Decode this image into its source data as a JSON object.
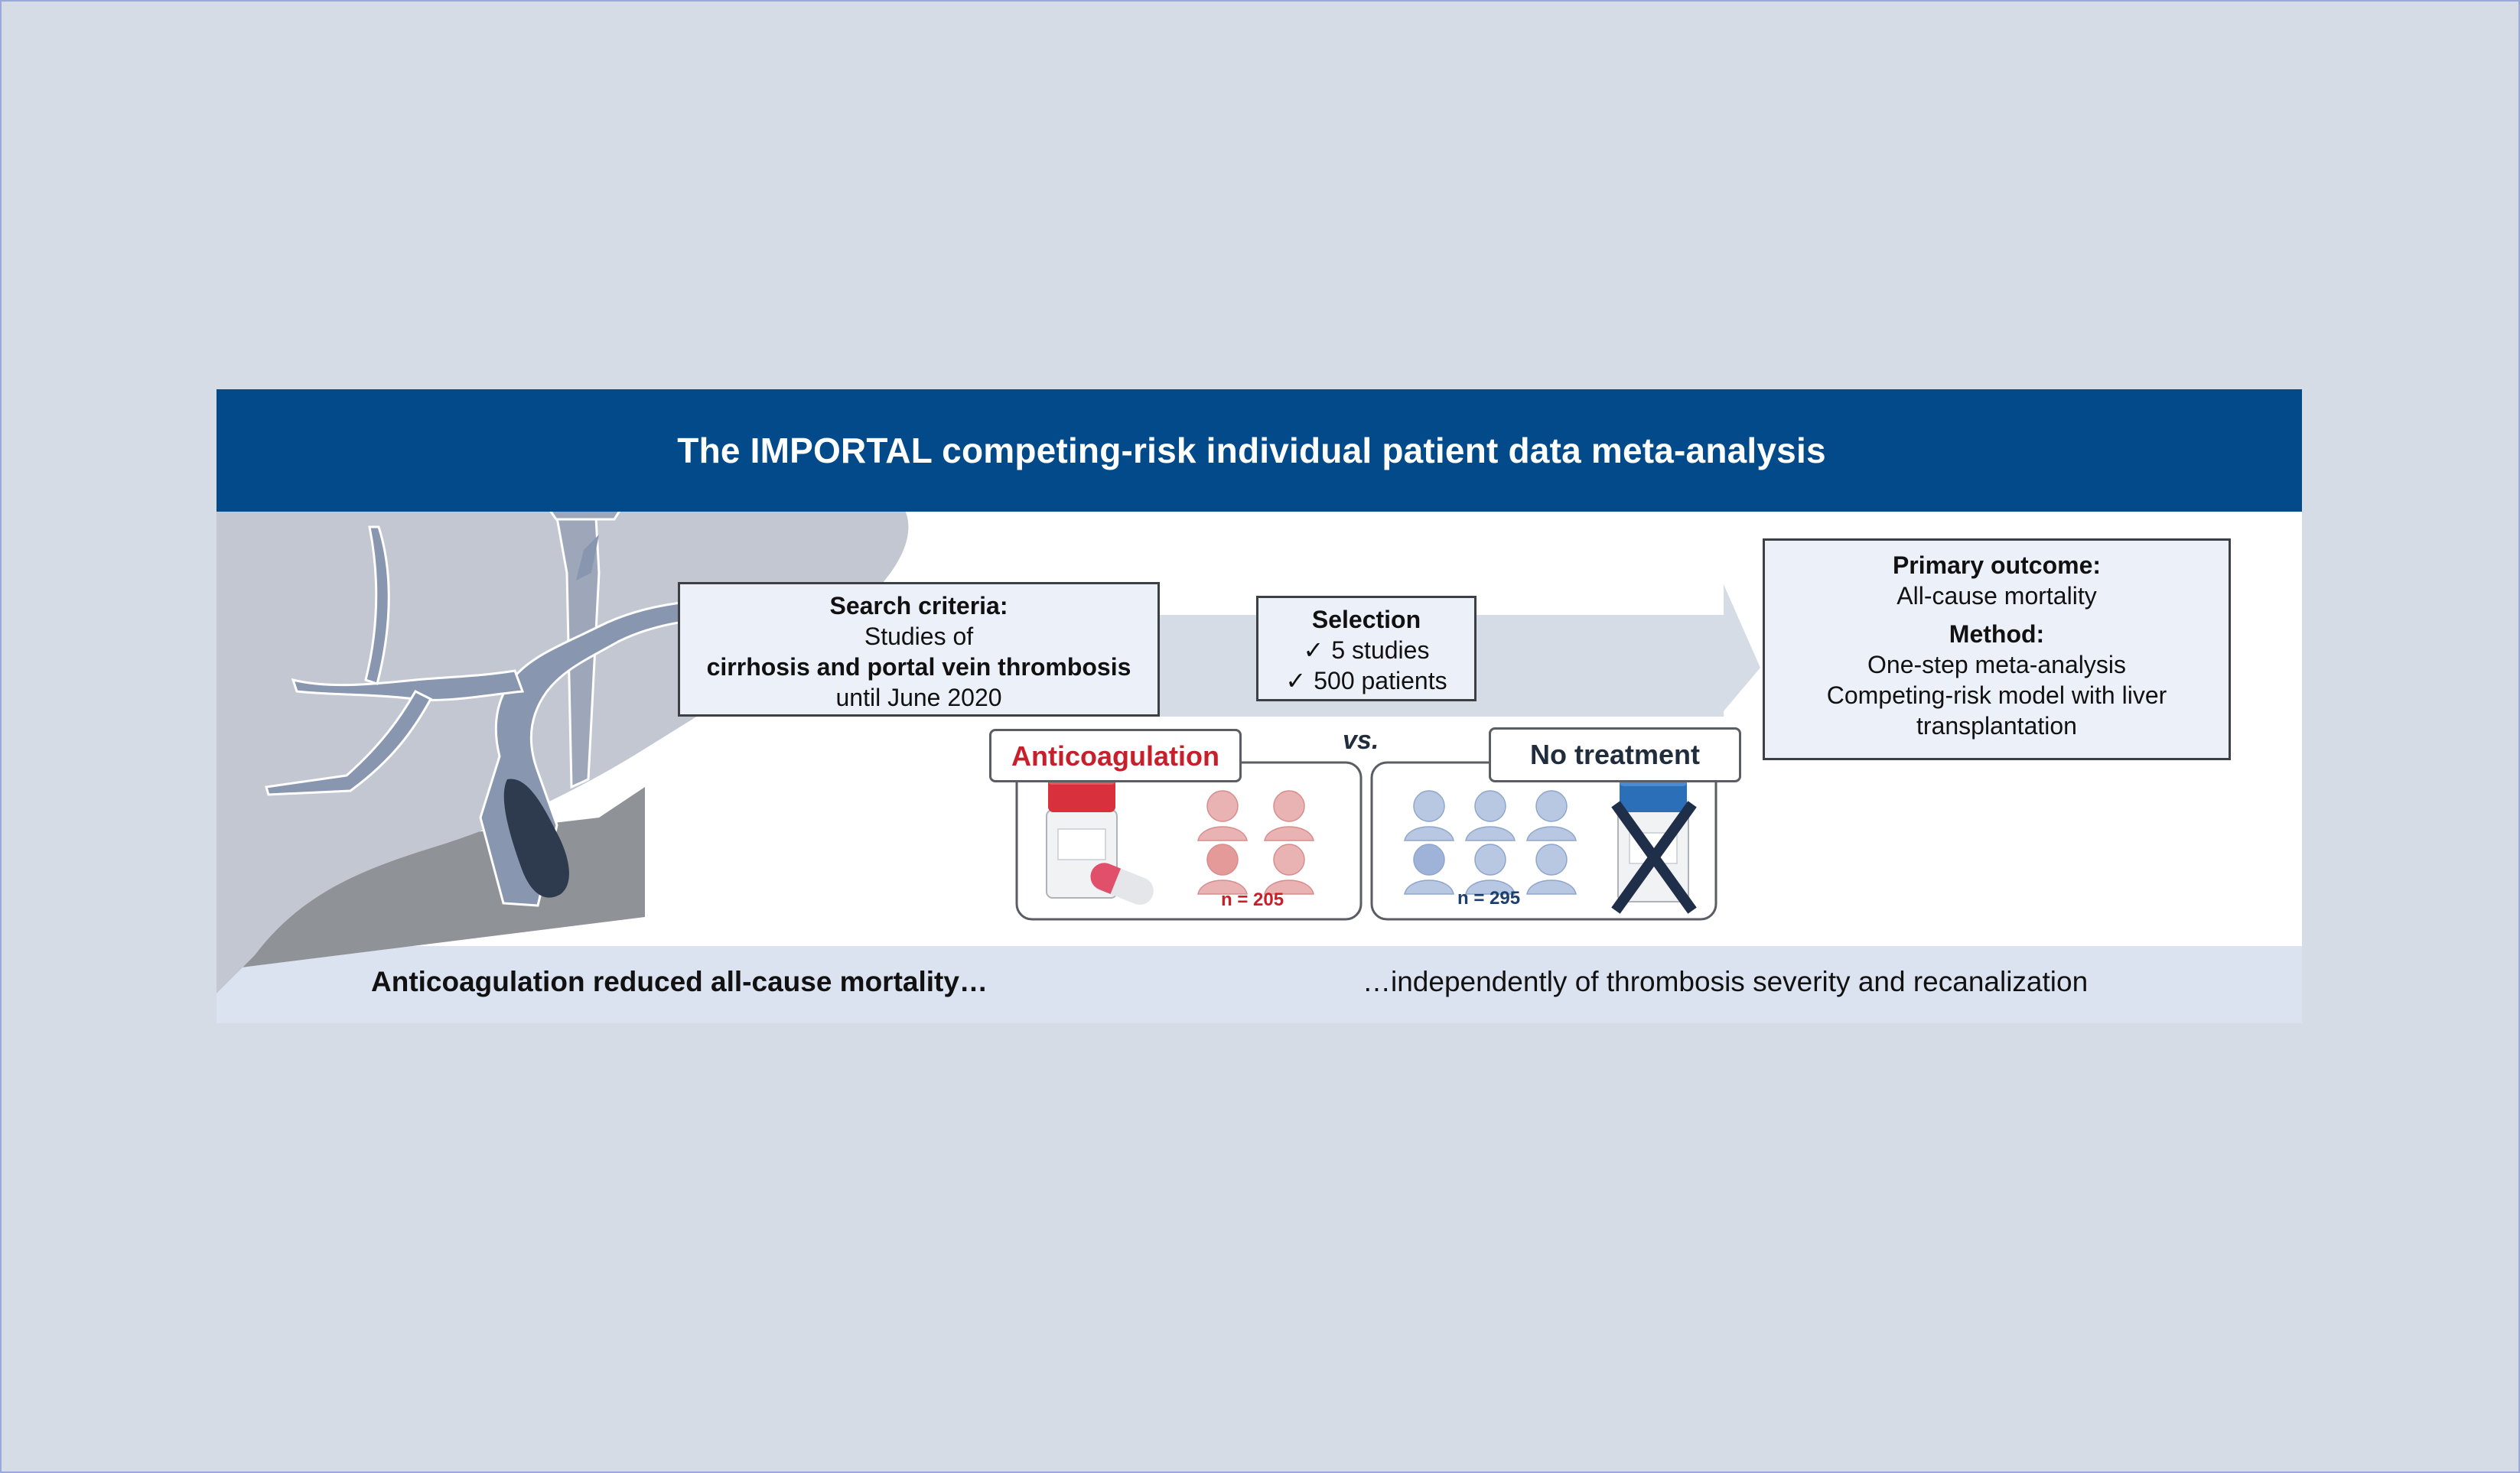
{
  "title": "The IMPORTAL competing-risk individual patient data meta-analysis",
  "search_criteria": {
    "heading": "Search criteria:",
    "line1": "Studies of",
    "line2": "cirrhosis and portal vein thrombosis",
    "line3": "until June 2020"
  },
  "selection": {
    "heading": "Selection",
    "check_symbol": "✓",
    "item1": "5 studies",
    "item2": "500 patients"
  },
  "outcome": {
    "primary_heading": "Primary outcome:",
    "primary_value": "All-cause mortality",
    "method_heading": "Method:",
    "method_line1": "One-step meta-analysis",
    "method_line2": "Competing-risk model with liver transplantation"
  },
  "groups": {
    "anticoagulation_label": "Anticoagulation",
    "anticoagulation_n": "n = 205",
    "vs_label": "vs.",
    "no_treatment_label": "No treatment",
    "no_treatment_n": "n = 295"
  },
  "footer": {
    "left": "Anticoagulation reduced all-cause mortality…",
    "right": "…independently of thrombosis severity and recanalization"
  },
  "colors": {
    "header_blue": "#024a8a",
    "anticoagulation_red": "#c8202a",
    "no_treatment_navy": "#1d3f6e",
    "footer_band": "#dbe2f0",
    "background": "#d6dce6"
  },
  "icons": [
    "liver-illustration",
    "medicine-bottle-icon",
    "capsule-icon",
    "patient-group-icon",
    "cross-out-icon",
    "process-arrow"
  ]
}
